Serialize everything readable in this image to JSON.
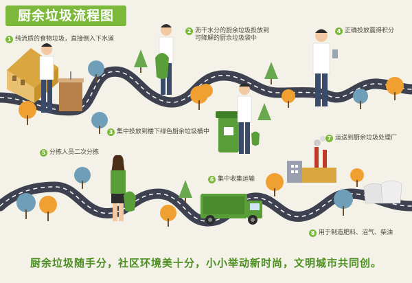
{
  "title": "厨余垃圾流程图",
  "steps": [
    {
      "num": "1",
      "text": "纯流质的食物垃圾，直接倒入下水道"
    },
    {
      "num": "2",
      "line1": "沥干水分的厨余垃圾投放到",
      "line2": "可降解的厨余垃圾袋中"
    },
    {
      "num": "3",
      "text": "集中投放到楼下绿色厨余垃圾桶中"
    },
    {
      "num": "4",
      "text": "正确投放赢得积分"
    },
    {
      "num": "5",
      "text": "分拣人员二次分拣"
    },
    {
      "num": "6",
      "text": "集中收集运输"
    },
    {
      "num": "7",
      "text": "运送到厨余垃圾处理厂"
    },
    {
      "num": "8",
      "text": "用于制造肥料、沼气、柴油"
    }
  ],
  "slogan": "厨余垃圾随手分，社区环境美十分，小小举动新时尚，文明城市共同创。",
  "colors": {
    "accent": "#7cb83a",
    "road": "#3d4150",
    "road_line": "#ffffff",
    "tree_green": "#6aa84f",
    "tree_orange": "#f0a030",
    "tree_blue": "#6f9fb8",
    "truck": "#5a9e3a"
  },
  "icons": [
    "house-icon",
    "sink-icon",
    "person-icon",
    "garbage-bag-icon",
    "trash-bin-icon",
    "phone-icon",
    "truck-icon",
    "factory-icon",
    "tree-icon"
  ]
}
